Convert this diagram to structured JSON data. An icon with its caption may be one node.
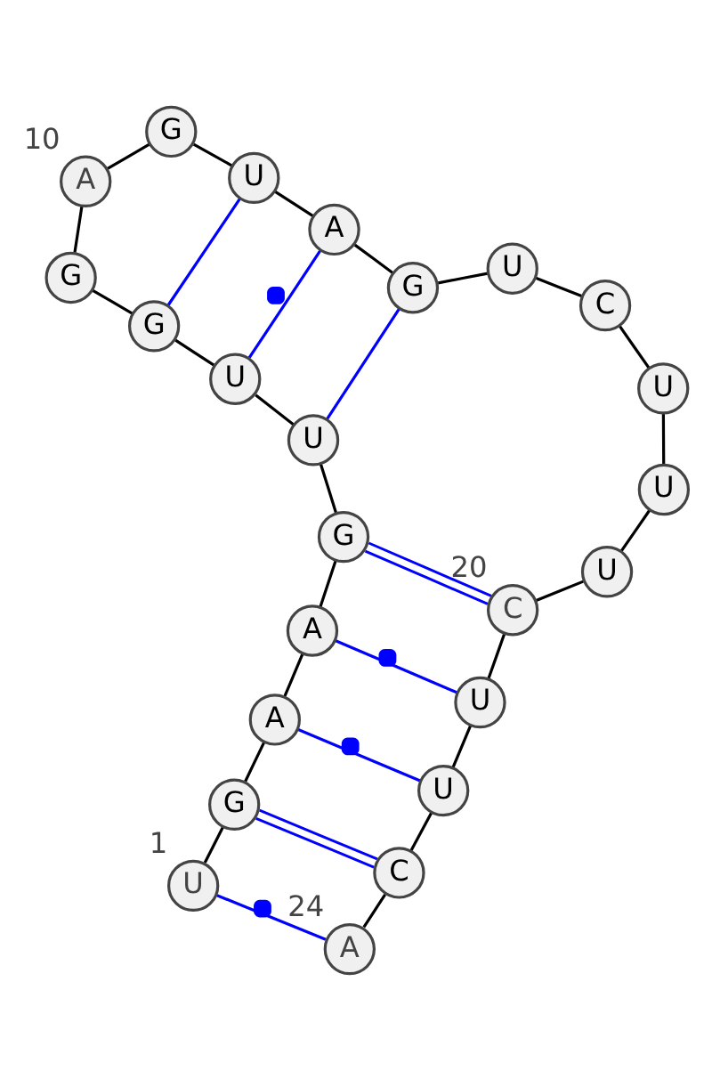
{
  "diagram": {
    "nodes": [
      {
        "text": [
          "U"
        ],
        "beside": [
          "1"
        ]
      },
      {
        "text": [
          "G"
        ]
      },
      {
        "text": [
          "A"
        ]
      },
      {
        "text": [
          "A"
        ]
      },
      {
        "text": [
          "G"
        ]
      },
      {
        "text": [
          "U"
        ]
      },
      {
        "text": [
          "U"
        ]
      },
      {
        "text": [
          "G"
        ]
      },
      {
        "text": [
          "G"
        ]
      },
      {
        "text": [
          "A"
        ],
        "beside": [
          "10"
        ]
      },
      {
        "text": [
          "G"
        ]
      },
      {
        "text": [
          "U"
        ]
      },
      {
        "text": [
          "A"
        ]
      },
      {
        "text": [
          "G"
        ]
      },
      {
        "text": [
          "U"
        ]
      },
      {
        "text": [
          "C"
        ]
      },
      {
        "text": [
          "U"
        ]
      },
      {
        "text": [
          "U"
        ]
      },
      {
        "text": [
          "U"
        ]
      },
      {
        "text": [
          "C"
        ],
        "beside": [
          "20"
        ]
      },
      {
        "text": [
          "U"
        ]
      },
      {
        "text": [
          "U"
        ]
      },
      {
        "text": [
          "C"
        ]
      },
      {
        "text": [
          "A"
        ],
        "beside": [
          "24"
        ]
      }
    ],
    "edges": [
      {
        "from": 0,
        "to": 1,
        "arrow": "none"
      },
      {
        "from": 1,
        "to": 2,
        "arrow": "none"
      },
      {
        "from": 2,
        "to": 3,
        "arrow": "none"
      },
      {
        "from": 3,
        "to": 4,
        "arrow": "none"
      },
      {
        "from": 4,
        "to": 5,
        "arrow": "none"
      },
      {
        "from": 5,
        "to": 6,
        "arrow": "none"
      },
      {
        "from": 6,
        "to": 7,
        "arrow": "none"
      },
      {
        "from": 7,
        "to": 8,
        "arrow": "none"
      },
      {
        "from": 8,
        "to": 9,
        "arrow": "none"
      },
      {
        "from": 9,
        "to": 10,
        "arrow": "none"
      },
      {
        "from": 10,
        "to": 11,
        "arrow": "none"
      },
      {
        "from": 11,
        "to": 12,
        "arrow": "none"
      },
      {
        "from": 12,
        "to": 13,
        "arrow": "none"
      },
      {
        "from": 13,
        "to": 14,
        "arrow": "none"
      },
      {
        "from": 14,
        "to": 15,
        "arrow": "none"
      },
      {
        "from": 15,
        "to": 16,
        "arrow": "none"
      },
      {
        "from": 16,
        "to": 17,
        "arrow": "none"
      },
      {
        "from": 17,
        "to": 18,
        "arrow": "none"
      },
      {
        "from": 18,
        "to": 19,
        "arrow": "none"
      },
      {
        "from": 19,
        "to": 20,
        "arrow": "none"
      },
      {
        "from": 20,
        "to": 21,
        "arrow": "none"
      },
      {
        "from": 21,
        "to": 22,
        "arrow": "none"
      },
      {
        "from": 22,
        "to": 23,
        "arrow": "none"
      },
      {
        "from": 0,
        "to": 23,
        "arrow": "none",
        "color": "#0000ff"
      },
      {
        "from": 1,
        "to": 22,
        "arrow": "none",
        "color": "#0000ff"
      },
      {
        "from": 2,
        "to": 21,
        "arrow": "none",
        "color": "#0000ff"
      },
      {
        "from": 3,
        "to": 20,
        "arrow": "none",
        "color": "#0000ff"
      },
      {
        "from": 4,
        "to": 19,
        "arrow": "none",
        "color": "#0000ff"
      },
      {
        "from": 5,
        "to": 13,
        "arrow": "none",
        "color": "#0000ff"
      },
      {
        "from": 6,
        "to": 12,
        "arrow": "none",
        "color": "#0000ff"
      },
      {
        "from": 7,
        "to": 11,
        "arrow": "none",
        "color": "#0000ff"
      }
    ]
  }
}
